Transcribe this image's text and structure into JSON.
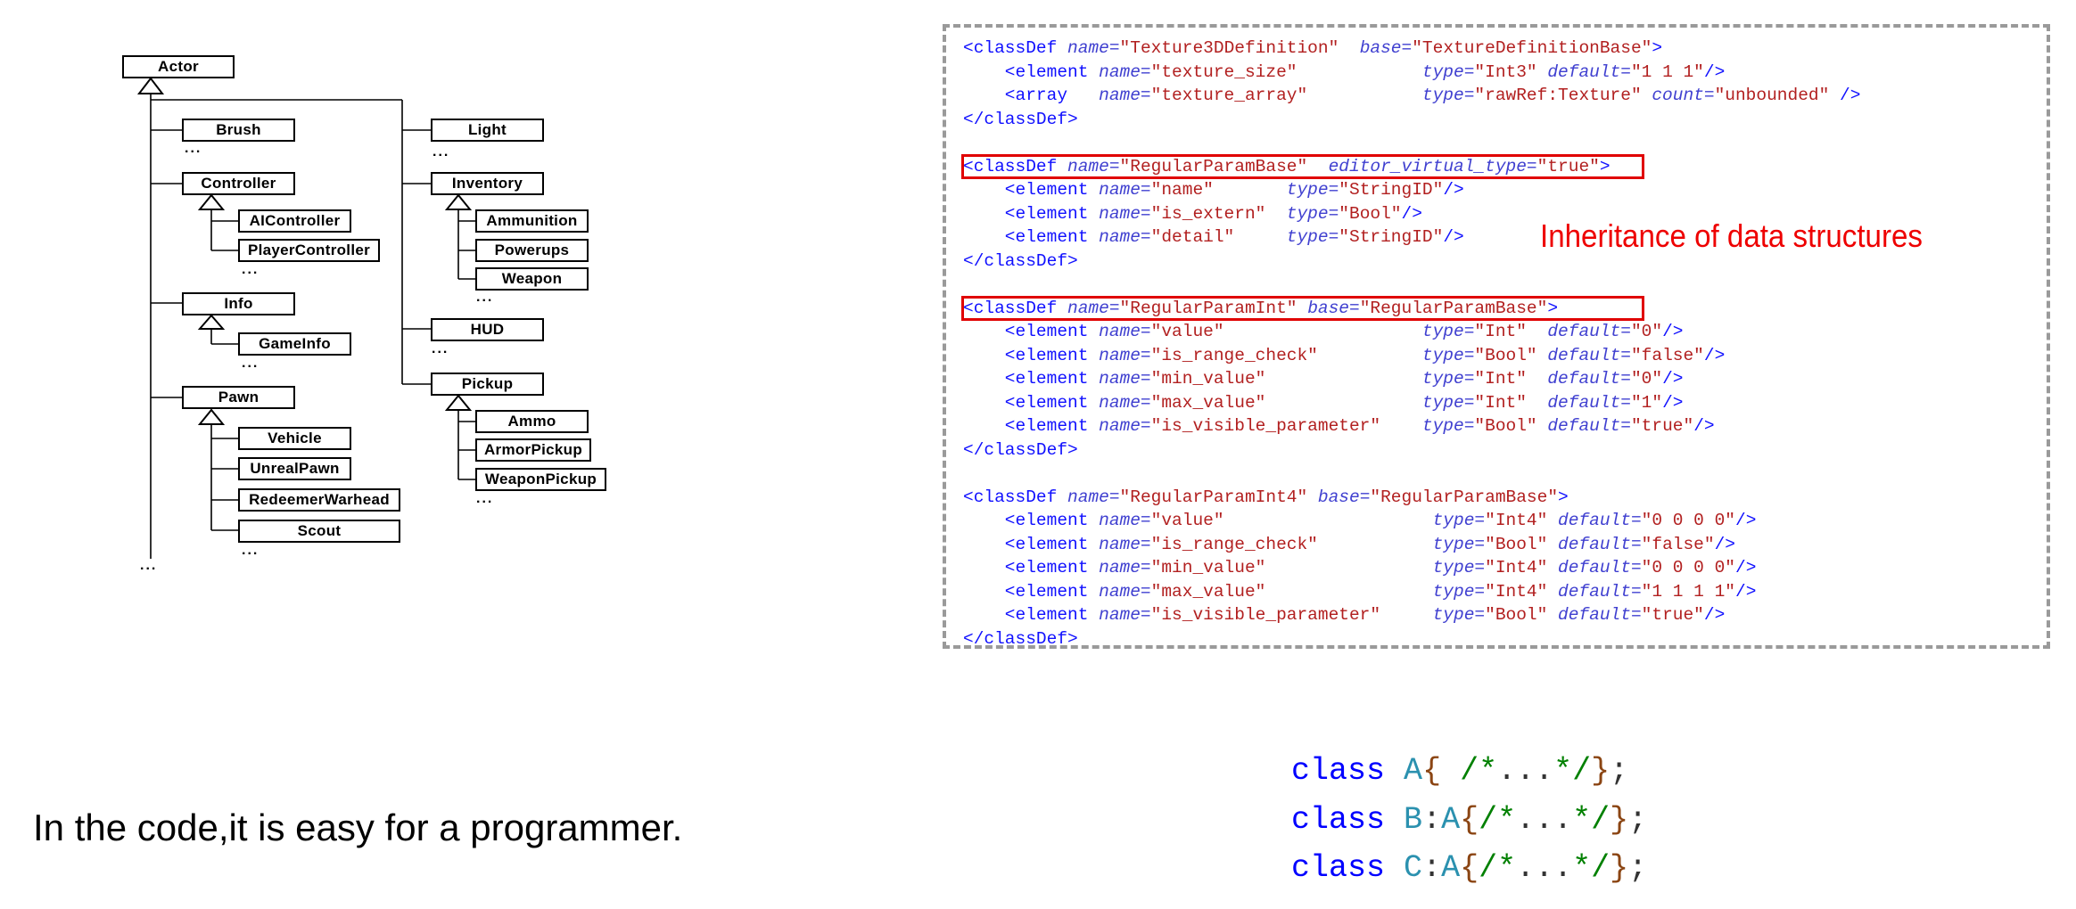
{
  "tree": {
    "root": "Actor",
    "left": [
      "Brush",
      "Controller",
      "AIController",
      "PlayerController",
      "Info",
      "GameInfo",
      "Pawn",
      "Vehicle",
      "UnrealPawn",
      "RedeemerWarhead",
      "Scout"
    ],
    "right": [
      "Light",
      "Inventory",
      "Ammunition",
      "Powerups",
      "Weapon",
      "HUD",
      "Pickup",
      "Ammo",
      "ArmorPickup",
      "WeaponPickup"
    ],
    "ellipsis": "..."
  },
  "code": {
    "lines": [
      [
        [
          "<classDef ",
          "tag"
        ],
        [
          "name=",
          "attr"
        ],
        [
          "\"Texture3DDefinition\"",
          "val"
        ],
        [
          "  ",
          "tag"
        ],
        [
          "base=",
          "attr"
        ],
        [
          "\"TextureDefinitionBase\"",
          "val"
        ],
        [
          ">",
          "tag"
        ]
      ],
      [
        [
          "    <element ",
          "tag"
        ],
        [
          "name=",
          "attr"
        ],
        [
          "\"texture_size\"",
          "val"
        ],
        [
          "            ",
          "tag"
        ],
        [
          "type=",
          "attr"
        ],
        [
          "\"Int3\"",
          "val"
        ],
        [
          " ",
          "tag"
        ],
        [
          "default=",
          "attr"
        ],
        [
          "\"1 1 1\"",
          "val"
        ],
        [
          "/>",
          "tag"
        ]
      ],
      [
        [
          "    <array   ",
          "tag"
        ],
        [
          "name=",
          "attr"
        ],
        [
          "\"texture_array\"",
          "val"
        ],
        [
          "           ",
          "tag"
        ],
        [
          "type=",
          "attr"
        ],
        [
          "\"rawRef:Texture\"",
          "val"
        ],
        [
          " ",
          "tag"
        ],
        [
          "count=",
          "attr"
        ],
        [
          "\"unbounded\"",
          "val"
        ],
        [
          " />",
          "tag"
        ]
      ],
      [
        [
          "</classDef>",
          "tag"
        ]
      ],
      [],
      [
        [
          "<classDef ",
          "tag"
        ],
        [
          "name=",
          "attr"
        ],
        [
          "\"RegularParamBase\"",
          "val"
        ],
        [
          "  ",
          "tag"
        ],
        [
          "editor_virtual_type=",
          "attr"
        ],
        [
          "\"true\"",
          "val"
        ],
        [
          ">",
          "tag"
        ]
      ],
      [
        [
          "    <element ",
          "tag"
        ],
        [
          "name=",
          "attr"
        ],
        [
          "\"name\"",
          "val"
        ],
        [
          "       ",
          "tag"
        ],
        [
          "type=",
          "attr"
        ],
        [
          "\"StringID\"",
          "val"
        ],
        [
          "/>",
          "tag"
        ]
      ],
      [
        [
          "    <element ",
          "tag"
        ],
        [
          "name=",
          "attr"
        ],
        [
          "\"is_extern\"",
          "val"
        ],
        [
          "  ",
          "tag"
        ],
        [
          "type=",
          "attr"
        ],
        [
          "\"Bool\"",
          "val"
        ],
        [
          "/>",
          "tag"
        ]
      ],
      [
        [
          "    <element ",
          "tag"
        ],
        [
          "name=",
          "attr"
        ],
        [
          "\"detail\"",
          "val"
        ],
        [
          "     ",
          "tag"
        ],
        [
          "type=",
          "attr"
        ],
        [
          "\"StringID\"",
          "val"
        ],
        [
          "/>",
          "tag"
        ]
      ],
      [
        [
          "</classDef>",
          "tag"
        ]
      ],
      [],
      [
        [
          "<classDef ",
          "tag"
        ],
        [
          "name=",
          "attr"
        ],
        [
          "\"RegularParamInt\"",
          "val"
        ],
        [
          " ",
          "tag"
        ],
        [
          "base=",
          "attr"
        ],
        [
          "\"RegularParamBase\"",
          "val"
        ],
        [
          ">",
          "tag"
        ]
      ],
      [
        [
          "    <element ",
          "tag"
        ],
        [
          "name=",
          "attr"
        ],
        [
          "\"value\"",
          "val"
        ],
        [
          "                   ",
          "tag"
        ],
        [
          "type=",
          "attr"
        ],
        [
          "\"Int\"",
          "val"
        ],
        [
          "  ",
          "tag"
        ],
        [
          "default=",
          "attr"
        ],
        [
          "\"0\"",
          "val"
        ],
        [
          "/>",
          "tag"
        ]
      ],
      [
        [
          "    <element ",
          "tag"
        ],
        [
          "name=",
          "attr"
        ],
        [
          "\"is_range_check\"",
          "val"
        ],
        [
          "          ",
          "tag"
        ],
        [
          "type=",
          "attr"
        ],
        [
          "\"Bool\"",
          "val"
        ],
        [
          " ",
          "tag"
        ],
        [
          "default=",
          "attr"
        ],
        [
          "\"false\"",
          "val"
        ],
        [
          "/>",
          "tag"
        ]
      ],
      [
        [
          "    <element ",
          "tag"
        ],
        [
          "name=",
          "attr"
        ],
        [
          "\"min_value\"",
          "val"
        ],
        [
          "               ",
          "tag"
        ],
        [
          "type=",
          "attr"
        ],
        [
          "\"Int\"",
          "val"
        ],
        [
          "  ",
          "tag"
        ],
        [
          "default=",
          "attr"
        ],
        [
          "\"0\"",
          "val"
        ],
        [
          "/>",
          "tag"
        ]
      ],
      [
        [
          "    <element ",
          "tag"
        ],
        [
          "name=",
          "attr"
        ],
        [
          "\"max_value\"",
          "val"
        ],
        [
          "               ",
          "tag"
        ],
        [
          "type=",
          "attr"
        ],
        [
          "\"Int\"",
          "val"
        ],
        [
          "  ",
          "tag"
        ],
        [
          "default=",
          "attr"
        ],
        [
          "\"1\"",
          "val"
        ],
        [
          "/>",
          "tag"
        ]
      ],
      [
        [
          "    <element ",
          "tag"
        ],
        [
          "name=",
          "attr"
        ],
        [
          "\"is_visible_parameter\"",
          "val"
        ],
        [
          "    ",
          "tag"
        ],
        [
          "type=",
          "attr"
        ],
        [
          "\"Bool\"",
          "val"
        ],
        [
          " ",
          "tag"
        ],
        [
          "default=",
          "attr"
        ],
        [
          "\"true\"",
          "val"
        ],
        [
          "/>",
          "tag"
        ]
      ],
      [
        [
          "</classDef>",
          "tag"
        ]
      ],
      [],
      [
        [
          "<classDef ",
          "tag"
        ],
        [
          "name=",
          "attr"
        ],
        [
          "\"RegularParamInt4\"",
          "val"
        ],
        [
          " ",
          "tag"
        ],
        [
          "base=",
          "attr"
        ],
        [
          "\"RegularParamBase\"",
          "val"
        ],
        [
          ">",
          "tag"
        ]
      ],
      [
        [
          "    <element ",
          "tag"
        ],
        [
          "name=",
          "attr"
        ],
        [
          "\"value\"",
          "val"
        ],
        [
          "                    ",
          "tag"
        ],
        [
          "type=",
          "attr"
        ],
        [
          "\"Int4\"",
          "val"
        ],
        [
          " ",
          "tag"
        ],
        [
          "default=",
          "attr"
        ],
        [
          "\"0 0 0 0\"",
          "val"
        ],
        [
          "/>",
          "tag"
        ]
      ],
      [
        [
          "    <element ",
          "tag"
        ],
        [
          "name=",
          "attr"
        ],
        [
          "\"is_range_check\"",
          "val"
        ],
        [
          "           ",
          "tag"
        ],
        [
          "type=",
          "attr"
        ],
        [
          "\"Bool\"",
          "val"
        ],
        [
          " ",
          "tag"
        ],
        [
          "default=",
          "attr"
        ],
        [
          "\"false\"",
          "val"
        ],
        [
          "/>",
          "tag"
        ]
      ],
      [
        [
          "    <element ",
          "tag"
        ],
        [
          "name=",
          "attr"
        ],
        [
          "\"min_value\"",
          "val"
        ],
        [
          "                ",
          "tag"
        ],
        [
          "type=",
          "attr"
        ],
        [
          "\"Int4\"",
          "val"
        ],
        [
          " ",
          "tag"
        ],
        [
          "default=",
          "attr"
        ],
        [
          "\"0 0 0 0\"",
          "val"
        ],
        [
          "/>",
          "tag"
        ]
      ],
      [
        [
          "    <element ",
          "tag"
        ],
        [
          "name=",
          "attr"
        ],
        [
          "\"max_value\"",
          "val"
        ],
        [
          "                ",
          "tag"
        ],
        [
          "type=",
          "attr"
        ],
        [
          "\"Int4\"",
          "val"
        ],
        [
          " ",
          "tag"
        ],
        [
          "default=",
          "attr"
        ],
        [
          "\"1 1 1 1\"",
          "val"
        ],
        [
          "/>",
          "tag"
        ]
      ],
      [
        [
          "    <element ",
          "tag"
        ],
        [
          "name=",
          "attr"
        ],
        [
          "\"is_visible_parameter\"",
          "val"
        ],
        [
          "     ",
          "tag"
        ],
        [
          "type=",
          "attr"
        ],
        [
          "\"Bool\"",
          "val"
        ],
        [
          " ",
          "tag"
        ],
        [
          "default=",
          "attr"
        ],
        [
          "\"true\"",
          "val"
        ],
        [
          "/>",
          "tag"
        ]
      ],
      [
        [
          "</classDef>",
          "tag"
        ]
      ]
    ],
    "highlighted_lines": [
      5,
      11
    ],
    "annotation": "Inheritance of data structures"
  },
  "caption": "In the code,it is easy for a programmer.",
  "cpp": {
    "keyword": "class",
    "lines": [
      {
        "name": "A",
        "base": "",
        "open": "{ ",
        "comment_start": "/*",
        "dots": "...",
        "comment_end": "*/",
        "close": "}",
        "semi": ";"
      },
      {
        "name": "B",
        "base": "A",
        "open": "{",
        "comment_start": "/*",
        "dots": "...",
        "comment_end": "*/",
        "close": "}",
        "semi": ";"
      },
      {
        "name": "C",
        "base": "A",
        "open": "{",
        "comment_start": "/*",
        "dots": "...",
        "comment_end": "*/",
        "close": "}",
        "semi": ";"
      }
    ],
    "colon": ":"
  }
}
